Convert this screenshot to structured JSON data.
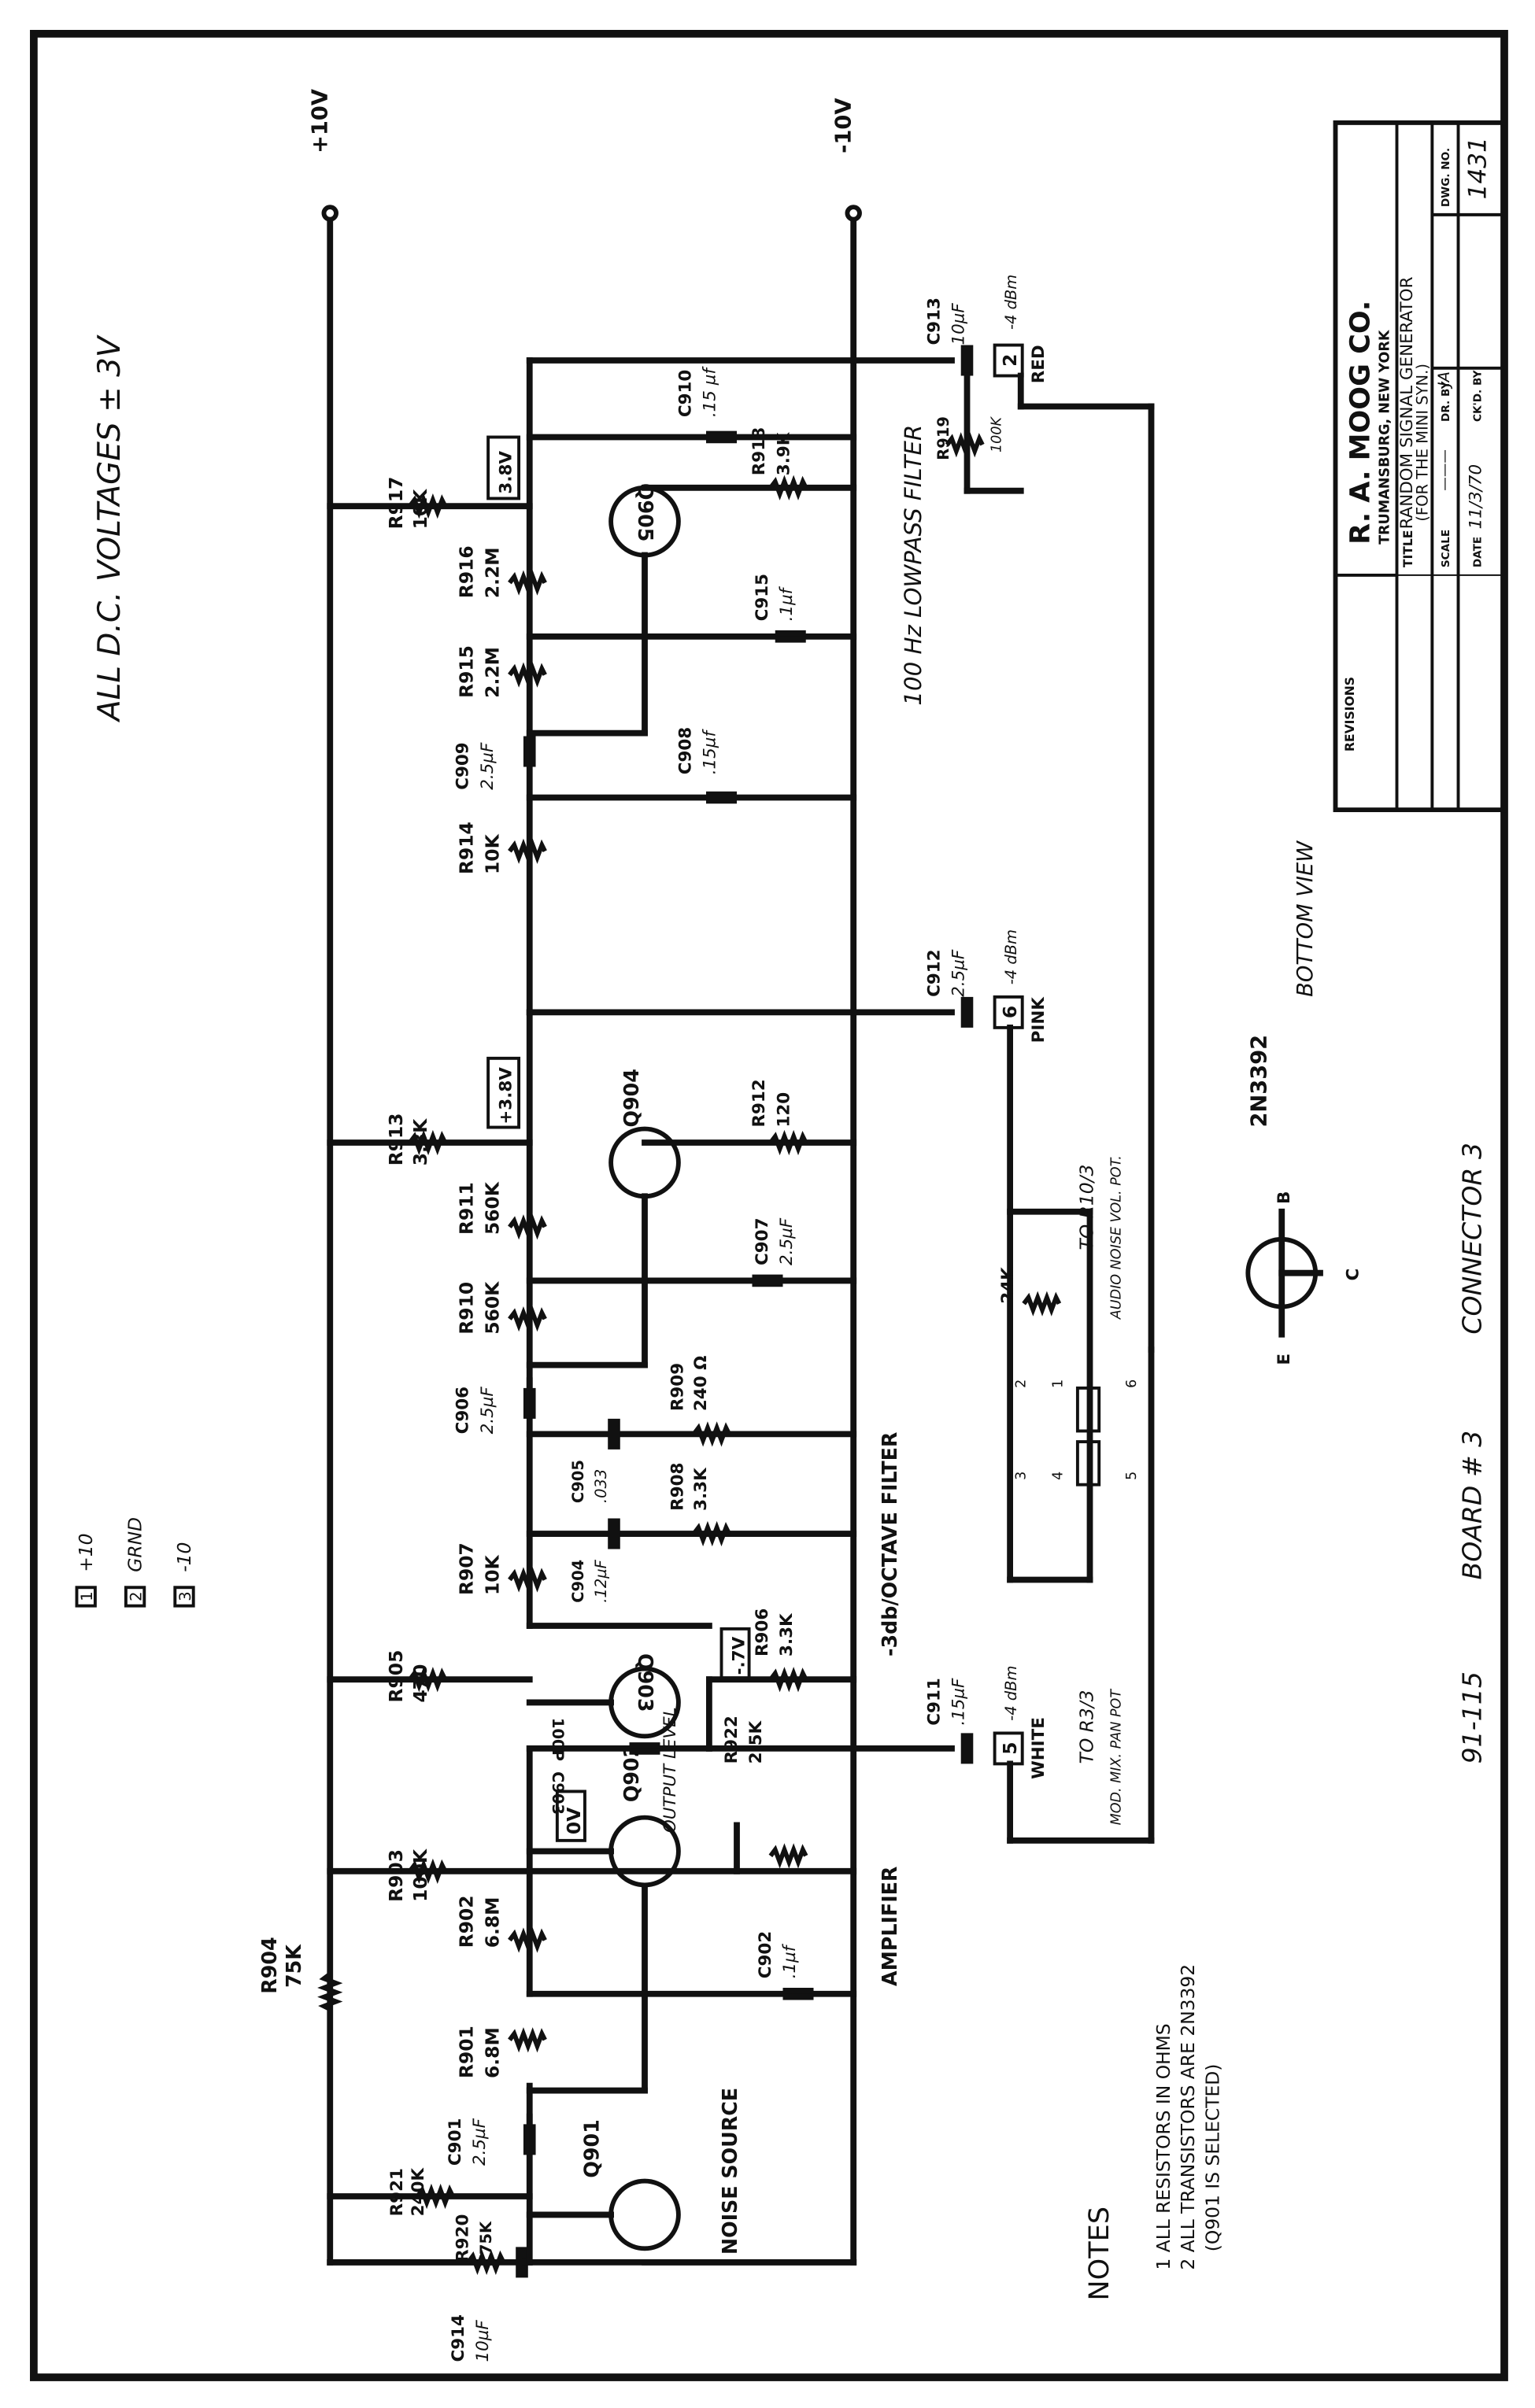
{
  "rails": {
    "pos": "+10V",
    "neg": "-10V"
  },
  "header_note": "ALL D.C. VOLTAGES ± 3V",
  "pins_legend": [
    {
      "num": "1",
      "label": "+10"
    },
    {
      "num": "2",
      "label": "GRND"
    },
    {
      "num": "3",
      "label": "-10"
    }
  ],
  "resistors": {
    "R904": {
      "ref": "R904",
      "value": "75K"
    },
    "R921": {
      "ref": "R921",
      "value": "240K"
    },
    "R920": {
      "ref": "R920",
      "value": "75K"
    },
    "R901": {
      "ref": "R901",
      "value": "6.8M"
    },
    "R902": {
      "ref": "R902",
      "value": "6.8M"
    },
    "R903": {
      "ref": "R903",
      "value": "100K"
    },
    "R922": {
      "ref": "R922",
      "value": "2.5K"
    },
    "R905": {
      "ref": "R905",
      "value": "470"
    },
    "R906": {
      "ref": "R906",
      "value": "3.3K"
    },
    "R907": {
      "ref": "R907",
      "value": "10K"
    },
    "R908": {
      "ref": "R908",
      "value": "3.3K"
    },
    "R909": {
      "ref": "R909",
      "value": "240 Ω"
    },
    "R910": {
      "ref": "R910",
      "value": "560K"
    },
    "R911": {
      "ref": "R911",
      "value": "560K"
    },
    "R912": {
      "ref": "R912",
      "value": "120"
    },
    "R913": {
      "ref": "R913",
      "value": "3.3K"
    },
    "R914": {
      "ref": "R914",
      "value": "10K"
    },
    "R915": {
      "ref": "R915",
      "value": "2.2M"
    },
    "R916": {
      "ref": "R916",
      "value": "2.2M"
    },
    "R917": {
      "ref": "R917",
      "value": "10K"
    },
    "R918": {
      "ref": "R918",
      "value": "3.9K"
    },
    "R919": {
      "ref": "R919",
      "value": "100K"
    }
  },
  "capacitors": {
    "C914": {
      "ref": "C914",
      "value": "10µF"
    },
    "C901": {
      "ref": "C901",
      "value": "2.5µF"
    },
    "C902": {
      "ref": "C902",
      "value": ".1µf"
    },
    "C903": {
      "ref": "C903",
      "value": "100P"
    },
    "C904": {
      "ref": "C904",
      "value": ".12µF"
    },
    "C905": {
      "ref": "C905",
      "value": ".033"
    },
    "C906": {
      "ref": "C906",
      "value": "2.5µF"
    },
    "C907": {
      "ref": "C907",
      "value": "2.5µF"
    },
    "C908": {
      "ref": "C908",
      "value": ".15µf"
    },
    "C909": {
      "ref": "C909",
      "value": "2.5µF"
    },
    "C910": {
      "ref": "C910",
      "value": ".15 µf"
    },
    "C911": {
      "ref": "C911",
      "value": ".15µF"
    },
    "C912": {
      "ref": "C912",
      "value": "2.5µF"
    },
    "C913": {
      "ref": "C913",
      "value": "10µF"
    },
    "C915": {
      "ref": "C915",
      "value": ".1µf"
    }
  },
  "transistors": {
    "Q901": "Q901",
    "Q902": "Q902",
    "Q903": "Q903",
    "Q904": "Q904",
    "Q905": "Q905"
  },
  "voltages": {
    "q902": "0V",
    "q903": "-.7V",
    "q904": "+3.8V",
    "q905": "3.8V"
  },
  "sections": {
    "noise": "NOISE SOURCE",
    "amplifier": "AMPLIFIER",
    "octave_filter": "-3db/OCTAVE FILTER",
    "lowpass": "100 Hz LOWPASS FILTER",
    "output_level": "OUTPUT LEVEL"
  },
  "outputs": [
    {
      "num": "5",
      "level": "-4 dBm",
      "color": "WHITE"
    },
    {
      "num": "6",
      "level": "-4 dBm",
      "color": "PINK"
    },
    {
      "num": "2",
      "level": "-4 dBm",
      "color": "RED"
    }
  ],
  "switch_area": {
    "to_top": "TO R10/3",
    "to_top_sub": "AUDIO NOISE VOL. POT.",
    "to_bot": "TO R3/3",
    "to_bot_sub": "MOD. MIX. PAN POT",
    "res24k": "24K",
    "pins": [
      "1",
      "2",
      "3",
      "4",
      "5",
      "6"
    ]
  },
  "transistor_note": {
    "part": "2N3392",
    "view": "BOTTOM VIEW",
    "e": "E",
    "b": "B",
    "c": "C"
  },
  "footer": {
    "drawing": "91-115",
    "board": "BOARD # 3",
    "connector": "CONNECTOR 3"
  },
  "notes": {
    "title": "NOTES",
    "n1": "1 ALL RESISTORS IN OHMS",
    "n2": "2 ALL TRANSISTORS ARE 2N3392",
    "n3": "(Q901 IS SELECTED)"
  },
  "title_block": {
    "revisions": "REVISIONS",
    "company": "R. A. MOOG CO.",
    "location": "TRUMANSBURG, NEW YORK",
    "title_label": "TITLE",
    "title_1": "RANDOM SIGNAL GENERATOR",
    "title_2": "(FOR THE MINI SYN.)",
    "scale_label": "SCALE",
    "scale_val": "———",
    "drby_label": "DR. BY",
    "drby_val": "JA",
    "date_label": "DATE",
    "date_val": "11/3/70",
    "ckd_label": "CK'D. BY",
    "dwg_label": "DWG. NO.",
    "dwg_val": "1431"
  }
}
